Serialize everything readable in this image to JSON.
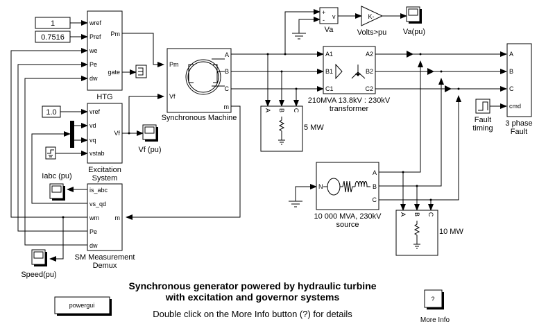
{
  "title": {
    "line1": "Synchronous generator powered by hydraulic turbine",
    "line2": "with excitation and governor systems",
    "hint": "Double click on the More Info button (?) for details"
  },
  "blocks": {
    "const_wref": "1",
    "const_pref": "0.7516",
    "const_vref": "1.0",
    "htg": {
      "name": "HTG",
      "inputs": [
        "wref",
        "Pref",
        "we",
        "Pe",
        "dw"
      ],
      "outputs": [
        "Pm",
        "gate"
      ]
    },
    "excitation": {
      "name1": "Excitation",
      "name2": "System",
      "inputs": [
        "vref",
        "vd",
        "vq",
        "vstab"
      ],
      "output": "Vf"
    },
    "sync_machine": {
      "name": "Synchronous Machine",
      "inputs": [
        "Pm",
        "Vf"
      ],
      "outputs": [
        "A",
        "B",
        "C",
        "m"
      ]
    },
    "sm_demux": {
      "name1": "SM Measurement",
      "name2": "Demux",
      "inputs": [
        "is_abc",
        "vs_qd",
        "wm",
        "Pe",
        "dw"
      ],
      "input_m": "m"
    },
    "scope_vf": "Vf (pu)",
    "scope_iabc": "Iabc (pu)",
    "scope_speed": "Speed(pu)",
    "scope_va": "Va(pu)",
    "voltmeter": {
      "name": "Va",
      "plus": "+",
      "minus": "-",
      "out": "v"
    },
    "gain": {
      "name": "Volts>pu",
      "k": "K-"
    },
    "transformer": {
      "name1": "210MVA 13.8kV : 230kV",
      "name2": "transformer",
      "in": [
        "A1",
        "B1",
        "C1"
      ],
      "out": [
        "A2",
        "B2",
        "C2"
      ]
    },
    "load5": {
      "name": "5 MW",
      "ports": [
        "A",
        "B",
        "C"
      ]
    },
    "load10": {
      "name": "10 MW",
      "ports": [
        "A",
        "B",
        "C"
      ]
    },
    "source": {
      "name1": "10 000 MVA, 230kV",
      "name2": "source",
      "n": "N",
      "ports": [
        "A",
        "B",
        "C"
      ]
    },
    "fault": {
      "name1": "3 phase",
      "name2": "Fault",
      "ports": [
        "A",
        "B",
        "C",
        "cmd"
      ]
    },
    "fault_timing": {
      "name1": "Fault",
      "name2": "timing"
    },
    "powergui": "powergui",
    "more_info": {
      "button": "?",
      "label": "More Info"
    }
  },
  "colors": {
    "line": "#000000",
    "background": "#ffffff"
  }
}
